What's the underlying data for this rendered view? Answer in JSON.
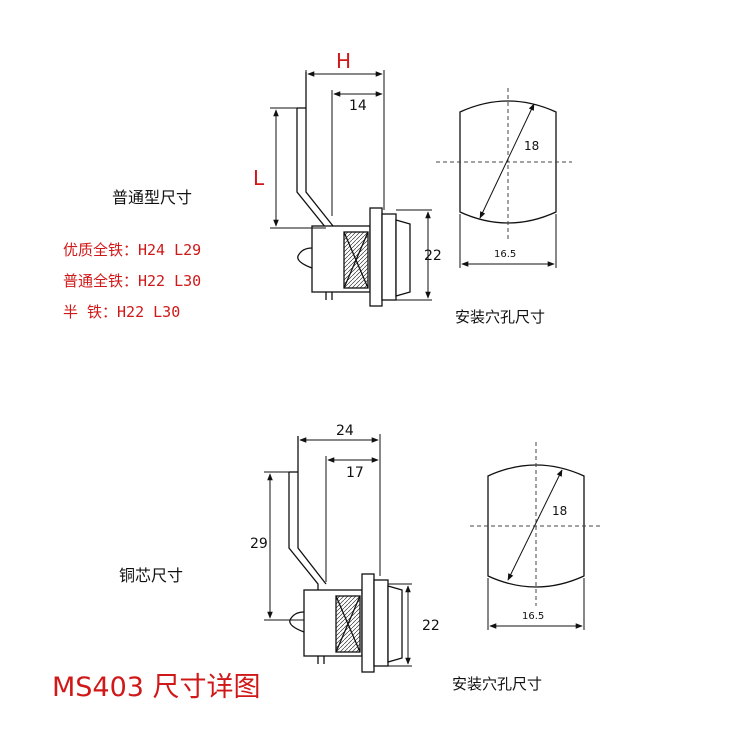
{
  "page_title": "MS403 尺寸详图",
  "colors": {
    "accent": "#d01818",
    "ink": "#111111",
    "dash": "#444444"
  },
  "standard": {
    "section_label": "普通型尺寸",
    "dim_h": "H",
    "dim_l": "L",
    "dim_14": "14",
    "dim_22": "22",
    "spec_lines": [
      "优质全铁：H24  L29",
      "普通全铁：H22  L30",
      "半    铁：H22  L30"
    ],
    "hole": {
      "diameter": "18",
      "width": "16.5",
      "caption": "安装穴孔尺寸"
    }
  },
  "copper": {
    "section_label": "铜芯尺寸",
    "dim_24": "24",
    "dim_17": "17",
    "dim_29": "29",
    "dim_22": "22",
    "hole": {
      "diameter": "18",
      "width": "16.5",
      "caption": "安装穴孔尺寸"
    }
  }
}
